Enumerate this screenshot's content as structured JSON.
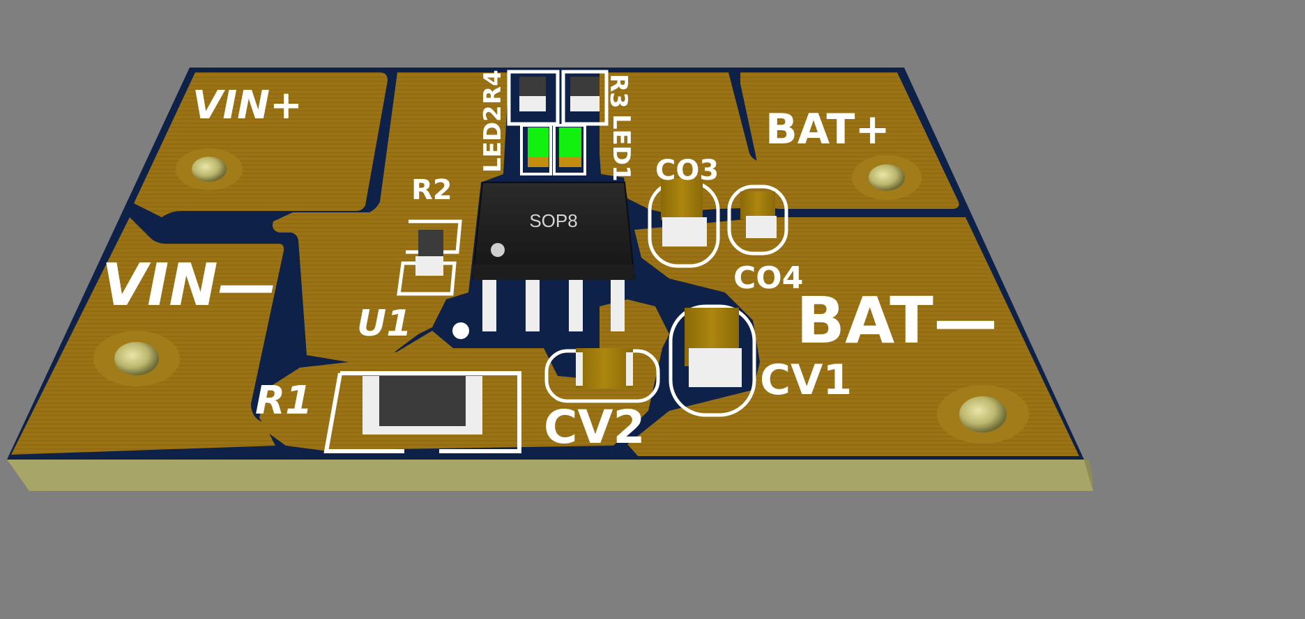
{
  "colors": {
    "background": "#7f7f7f",
    "copper": "#9c7314",
    "copper_dark": "#7d5b0c",
    "solder_mask_gap": "#0e2148",
    "board_edge": "#a7a567",
    "silkscreen": "#ffffff",
    "led": "#12f00f",
    "ic_body": "#222222",
    "pin": "#eeeeee",
    "tantalum": "#a37c0a",
    "resistor_body": "#3b3b3b"
  },
  "labels": {
    "vin_plus": "VIN+",
    "vin_minus": "VIN—",
    "bat_plus": "BAT+",
    "bat_minus": "BAT—",
    "r1": "R1",
    "r2": "R2",
    "r3": "R3",
    "r4": "R4",
    "led1": "LED1",
    "led2": "LED2",
    "u1": "U1",
    "co3": "CO3",
    "co4": "CO4",
    "cv1": "CV1",
    "cv2": "CV2"
  },
  "ic": {
    "package": "SOP8"
  }
}
